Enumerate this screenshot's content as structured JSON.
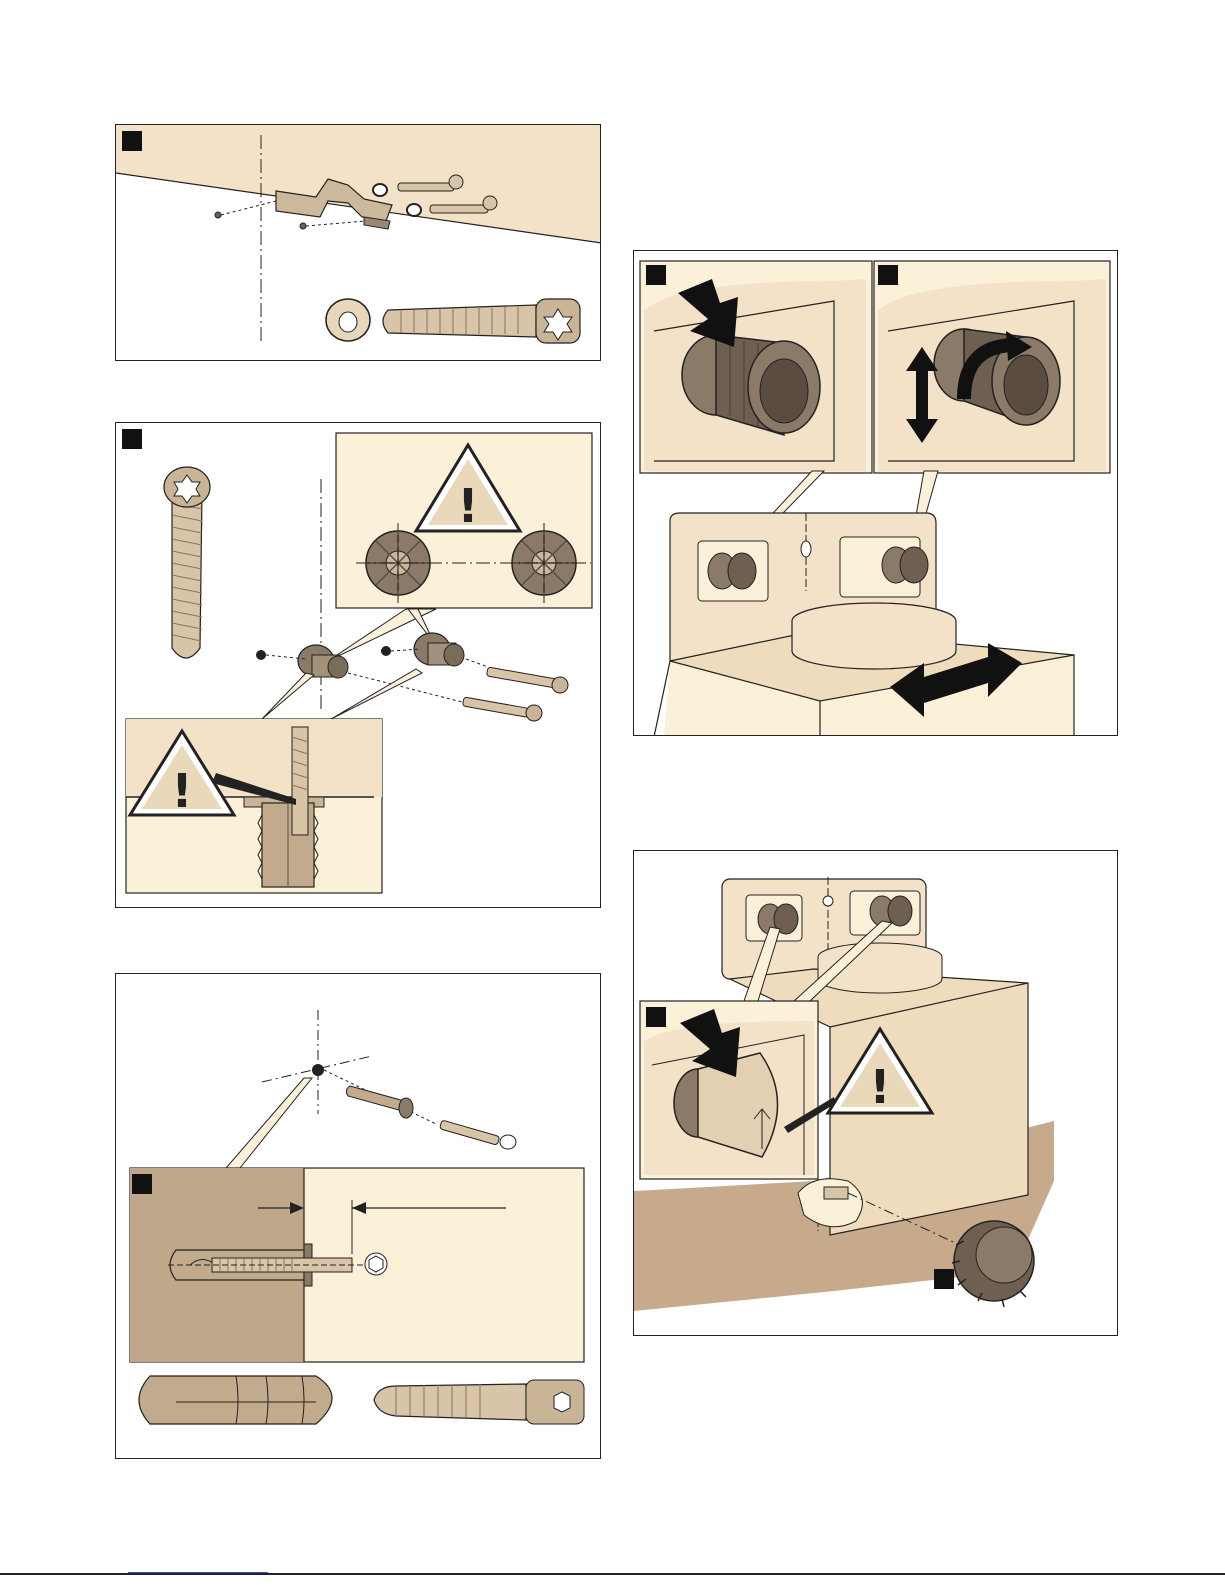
{
  "page": {
    "colors": {
      "wall": "#f3e2c8",
      "light_wall": "#fbf1d8",
      "metal": "#b59f84",
      "dark_metal": "#6e5f50",
      "box": "#efdcbc",
      "outline": "#222222",
      "marker": "#111111",
      "hyperlink": "#3355cc"
    },
    "panels": [
      {
        "id": "panel-1",
        "has_marker": true,
        "icons": [
          "bracket-icon",
          "screw-icon",
          "washer-icon"
        ]
      },
      {
        "id": "panel-2",
        "has_marker": true,
        "icons": [
          "warning-triangle-icon",
          "screw-icon",
          "anchor-cap-icon"
        ]
      },
      {
        "id": "panel-3",
        "has_marker": true,
        "icons": [
          "wall-plug-icon",
          "screw-icon",
          "dimension-arrows-icon"
        ]
      },
      {
        "id": "panel-4",
        "has_marker": true,
        "icons": [
          "push-arrow-icon",
          "rotate-arrow-icon",
          "move-arrow-icon"
        ]
      },
      {
        "id": "panel-5",
        "has_marker": true,
        "icons": [
          "push-arrow-icon",
          "warning-triangle-icon",
          "knob-icon"
        ]
      }
    ],
    "warning_glyph": "!"
  }
}
